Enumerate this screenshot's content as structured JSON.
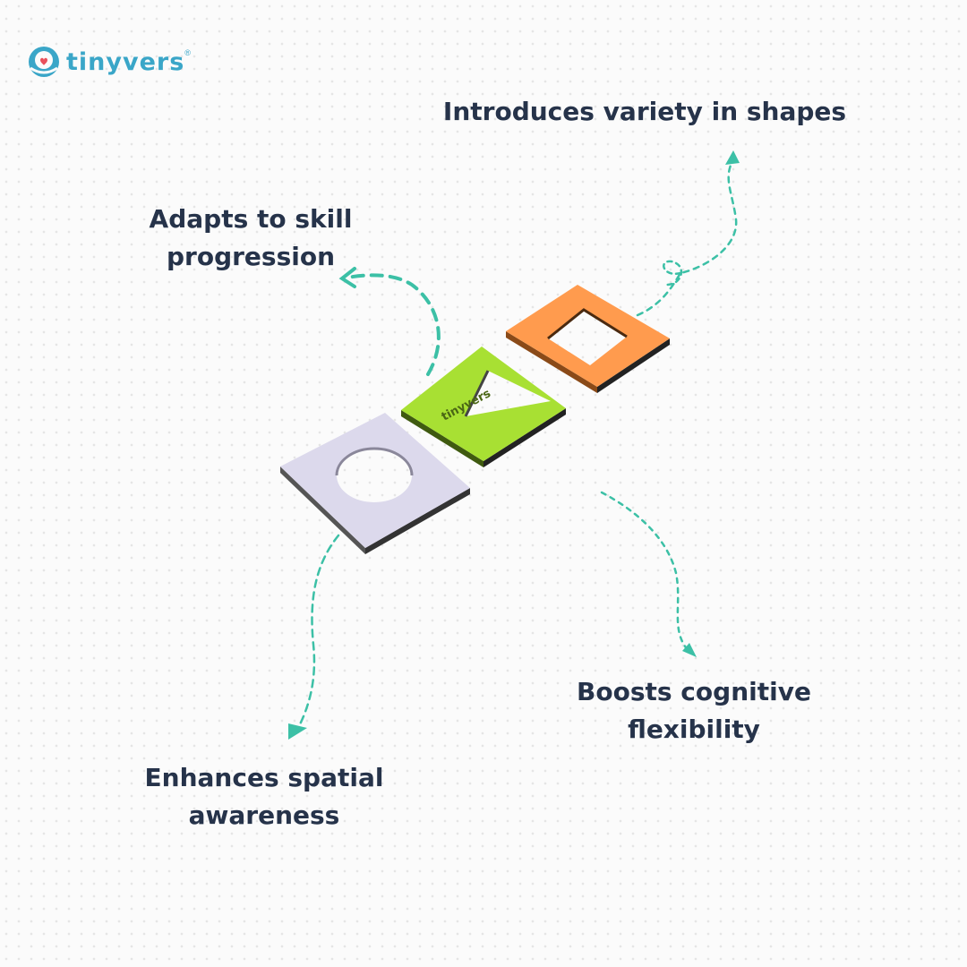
{
  "brand": {
    "name": "tinyvers",
    "registered": "®",
    "color": "#3aa6c8",
    "heart_color": "#e8505b"
  },
  "captions": {
    "variety": "Introduces variety in shapes",
    "adapts": "Adapts to skill progression",
    "boosts": "Boosts cognitive flexibility",
    "spatial": "Enhances spatial awareness"
  },
  "tiles": [
    {
      "shape": "circle",
      "color": "#dcd9ec"
    },
    {
      "shape": "triangle",
      "color": "#a8e033",
      "print": "tinyvers"
    },
    {
      "shape": "square",
      "color": "#ff9b4e"
    }
  ],
  "colors": {
    "text": "#26334a",
    "arrow": "#3cc0a6",
    "tile_edge": "#3a3a3a"
  }
}
